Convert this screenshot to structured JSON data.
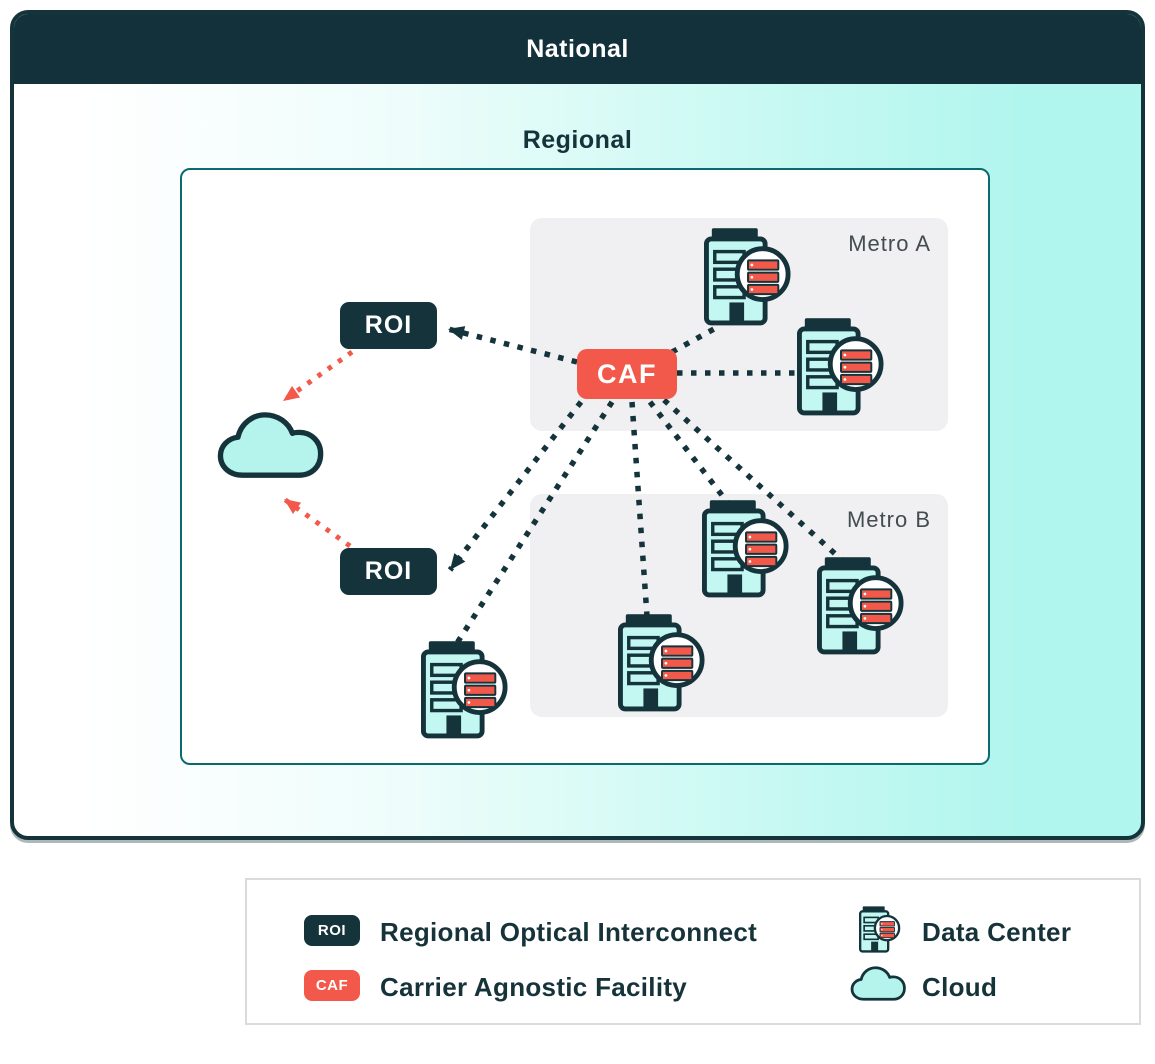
{
  "labels": {
    "national": "National",
    "regional": "Regional"
  },
  "metros": [
    {
      "id": "metro-a",
      "label": "Metro A",
      "data_centers": 2
    },
    {
      "id": "metro-b",
      "label": "Metro B",
      "data_centers": 3
    }
  ],
  "nodes": {
    "caf": {
      "label": "CAF",
      "type": "carrier-agnostic-facility"
    },
    "roi_top": {
      "label": "ROI",
      "type": "regional-optical-interconnect"
    },
    "roi_bottom": {
      "label": "ROI",
      "type": "regional-optical-interconnect"
    },
    "cloud": {
      "type": "cloud"
    },
    "standalone_data_center": {
      "type": "data-center"
    }
  },
  "connections": [
    {
      "from": "caf",
      "to": "roi-top",
      "style": "dotted",
      "color": "dark",
      "arrow_at": "roi-top"
    },
    {
      "from": "caf",
      "to": "roi-bottom",
      "style": "dotted",
      "color": "dark",
      "arrow_at": "roi-bottom"
    },
    {
      "from": "caf",
      "to": "metro-a-dc-1",
      "style": "dotted",
      "color": "dark",
      "arrow_at": null
    },
    {
      "from": "caf",
      "to": "metro-a-dc-2",
      "style": "dotted",
      "color": "dark",
      "arrow_at": null
    },
    {
      "from": "caf",
      "to": "metro-b-dc-1",
      "style": "dotted",
      "color": "dark",
      "arrow_at": null
    },
    {
      "from": "caf",
      "to": "metro-b-dc-2",
      "style": "dotted",
      "color": "dark",
      "arrow_at": null
    },
    {
      "from": "caf",
      "to": "metro-b-dc-3",
      "style": "dotted",
      "color": "dark",
      "arrow_at": null
    },
    {
      "from": "caf",
      "to": "standalone-dc",
      "style": "dotted",
      "color": "dark",
      "arrow_at": null
    },
    {
      "from": "roi-top",
      "to": "cloud",
      "style": "dotted",
      "color": "red",
      "arrow_at": "cloud"
    },
    {
      "from": "roi-bottom",
      "to": "cloud",
      "style": "dotted",
      "color": "red",
      "arrow_at": "cloud"
    }
  ],
  "legend": {
    "items": [
      {
        "badge": "ROI",
        "label": "Regional Optical Interconnect"
      },
      {
        "badge": "CAF",
        "label": "Carrier Agnostic Facility"
      },
      {
        "icon": "data-center-icon",
        "label": "Data Center"
      },
      {
        "icon": "cloud-icon",
        "label": "Cloud"
      }
    ]
  },
  "colors": {
    "dark_teal": "#14333a",
    "coral": "#f2594b",
    "building_cyan": "#c3f7f1",
    "background_cyan": "#b0f6ee",
    "metro_gray": "#f0eff1",
    "metro_label_gray": "#434c4e",
    "panel_border_teal": "#0a6b6e",
    "legend_border_gray": "#dbdbdb"
  }
}
